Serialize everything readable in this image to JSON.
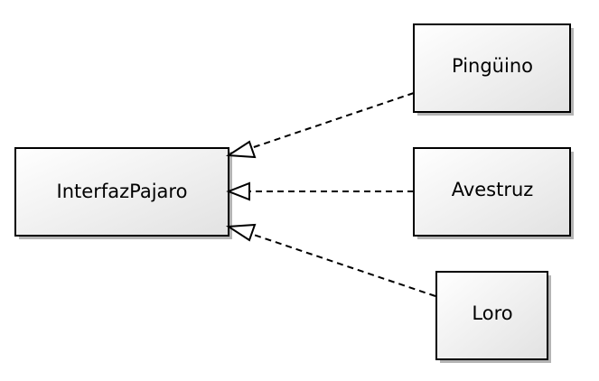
{
  "diagram": {
    "nodes": {
      "interface": {
        "label": "InterfazPajaro"
      },
      "pinguino": {
        "label": "Pingüino"
      },
      "avestruz": {
        "label": "Avestruz"
      },
      "loro": {
        "label": "Loro"
      }
    },
    "edges": [
      {
        "from": "pinguino",
        "to": "interface",
        "style": "dashed",
        "head": "hollow-triangle"
      },
      {
        "from": "avestruz",
        "to": "interface",
        "style": "dashed",
        "head": "hollow-triangle"
      },
      {
        "from": "loro",
        "to": "interface",
        "style": "dashed",
        "head": "hollow-triangle"
      }
    ],
    "colors": {
      "box_fill_top": "#ffffff",
      "box_fill_bottom": "#e2e2e2",
      "stroke": "#000000",
      "shadow": "#b4b4b4"
    }
  }
}
